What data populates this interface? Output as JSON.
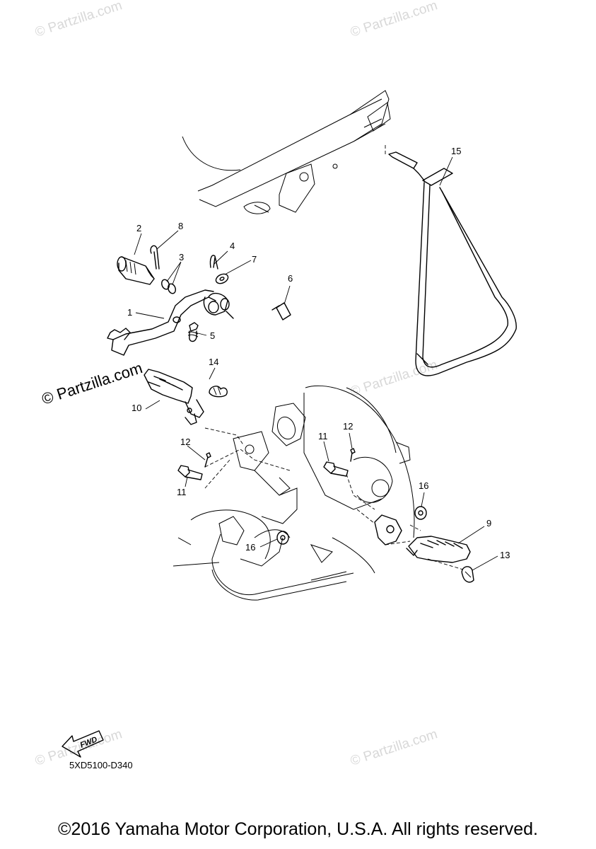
{
  "watermarks": {
    "text": "© Partzilla.com",
    "side_text": "© Partzilla.com"
  },
  "callouts": {
    "c1": "1",
    "c2": "2",
    "c3": "3",
    "c4": "4",
    "c5": "5",
    "c6": "6",
    "c7": "7",
    "c8": "8",
    "c9": "9",
    "c10": "10",
    "c11a": "11",
    "c11b": "11",
    "c12a": "12",
    "c12b": "12",
    "c13": "13",
    "c14": "14",
    "c15": "15",
    "c16a": "16",
    "c16b": "16"
  },
  "fwd_label": "FWD",
  "diagram_code": "5XD5100-D340",
  "copyright": "©2016 Yamaha Motor Corporation, U.S.A. All rights reserved."
}
